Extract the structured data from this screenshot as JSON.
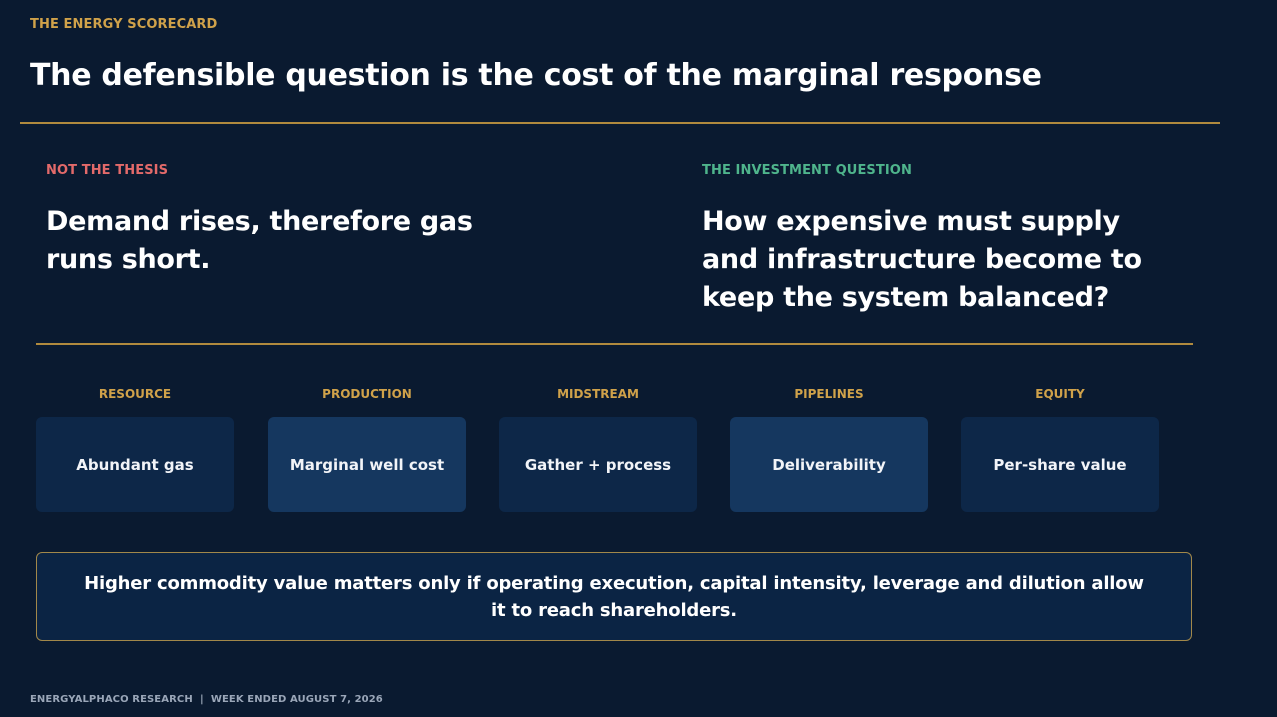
{
  "header": {
    "eyebrow": "THE ENERGY SCORECARD",
    "title": "The defensible question is the cost of the marginal response"
  },
  "comparison": {
    "left": {
      "label": "NOT THE THESIS",
      "text": "Demand rises, therefore gas runs short."
    },
    "right": {
      "label": "THE INVESTMENT QUESTION",
      "text": "How expensive must supply and infrastructure become to keep the system balanced?"
    }
  },
  "stages": [
    {
      "label": "RESOURCE",
      "value": "Abundant gas"
    },
    {
      "label": "PRODUCTION",
      "value": "Marginal well cost"
    },
    {
      "label": "MIDSTREAM",
      "value": "Gather + process"
    },
    {
      "label": "PIPELINES",
      "value": "Deliverability"
    },
    {
      "label": "EQUITY",
      "value": "Per-share value"
    }
  ],
  "note": "Higher commodity value matters only if operating execution, capital intensity, leverage and dilution allow it to reach shareholders.",
  "footer": "ENERGYALPHACO RESEARCH  |  WEEK ENDED AUGUST 7, 2026",
  "colors": {
    "background": "#0a1a30",
    "accent_gold": "#d0a24a",
    "negative_red": "#e36a6a",
    "positive_green": "#4fb58c"
  }
}
